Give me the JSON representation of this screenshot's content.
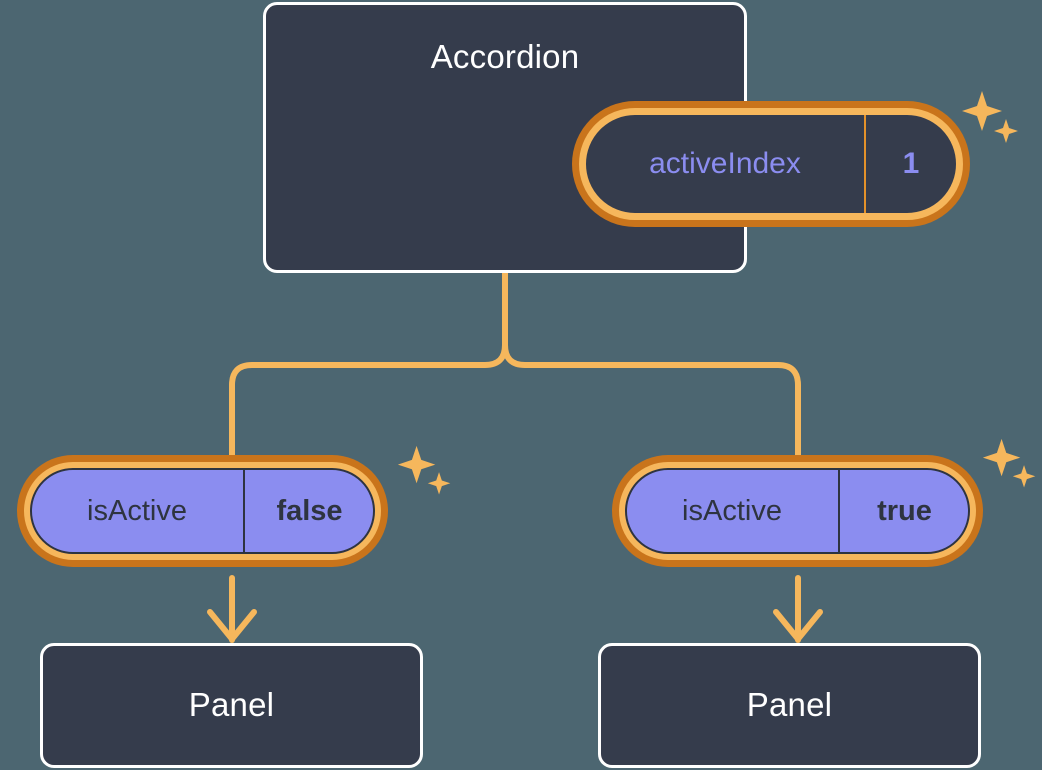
{
  "diagram": {
    "type": "component-state-tree",
    "background_color": "#4c6671",
    "accent_orange": "#f6b75c",
    "accent_orange_dark": "#c9741b",
    "purple": "#8b8df0",
    "dark_card": "#353c4c"
  },
  "root": {
    "title": "Accordion",
    "state": {
      "key": "activeIndex",
      "value": "1"
    }
  },
  "children": [
    {
      "state": {
        "key": "isActive",
        "value": "false"
      },
      "child_title": "Panel"
    },
    {
      "state": {
        "key": "isActive",
        "value": "true"
      },
      "child_title": "Panel"
    }
  ],
  "icons": {
    "sparkle": "sparkle-icon",
    "arrow": "arrow-down-icon"
  }
}
